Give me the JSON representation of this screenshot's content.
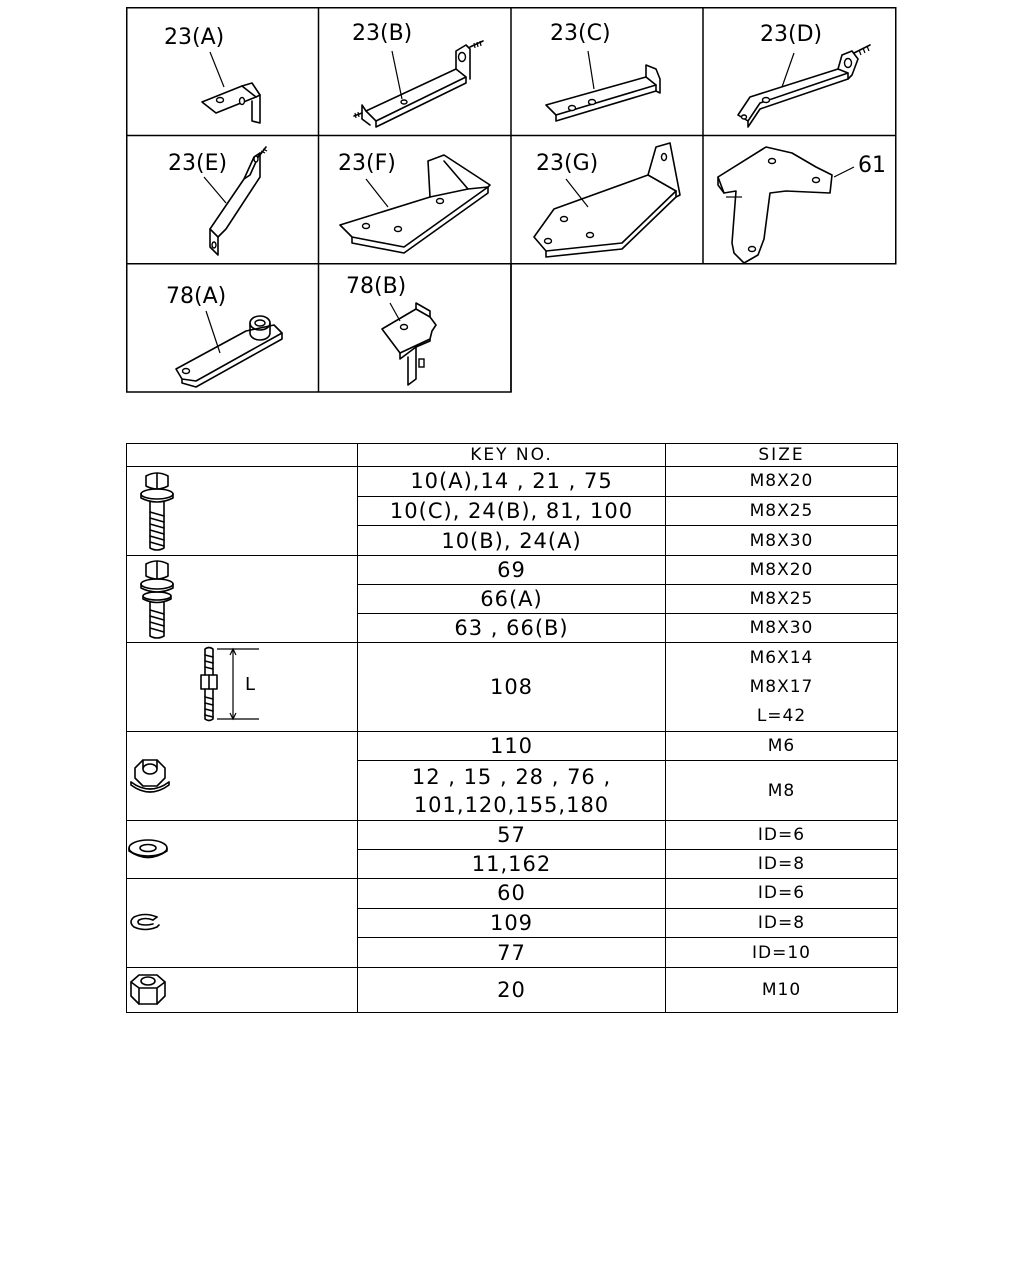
{
  "brackets": [
    {
      "label": "23(A)"
    },
    {
      "label": "23(B)"
    },
    {
      "label": "23(C)"
    },
    {
      "label": "23(D)"
    },
    {
      "label": "23(E)"
    },
    {
      "label": "23(F)"
    },
    {
      "label": "23(G)"
    },
    {
      "label": "61"
    },
    {
      "label": "78(A)"
    },
    {
      "label": "78(B)"
    }
  ],
  "table": {
    "headers": {
      "blank": "",
      "key": "KEY  NO.",
      "size": "SIZE"
    },
    "groups": [
      {
        "icon": "flange-bolt-icon",
        "rows": [
          {
            "key": "10(A),14 , 21 , 75",
            "size": "M8X20"
          },
          {
            "key": "10(C), 24(B), 81, 100",
            "size": "M8X25"
          },
          {
            "key": "10(B), 24(A)",
            "size": "M8X30"
          }
        ]
      },
      {
        "icon": "bolt-with-washer-icon",
        "rows": [
          {
            "key": "69",
            "size": "M8X20"
          },
          {
            "key": "66(A)",
            "size": "M8X25"
          },
          {
            "key": "63 , 66(B)",
            "size": "M8X30"
          }
        ]
      },
      {
        "icon": "stud-bolt-icon",
        "dim_label": "L",
        "rows": [
          {
            "key": "108",
            "sizes": [
              "M6X14",
              "M8X17",
              "L=42"
            ]
          }
        ]
      },
      {
        "icon": "flange-nut-icon",
        "rows": [
          {
            "key": "110",
            "size": "M6"
          },
          {
            "key_lines": [
              "12 , 15 , 28 , 76 ,",
              "101,120,155,180"
            ],
            "size": "M8"
          }
        ]
      },
      {
        "icon": "flat-washer-icon",
        "rows": [
          {
            "key": "57",
            "size": "ID=6"
          },
          {
            "key": "11,162",
            "size": "ID=8"
          }
        ]
      },
      {
        "icon": "spring-washer-icon",
        "rows": [
          {
            "key": "60",
            "size": "ID=6"
          },
          {
            "key": "109",
            "size": "ID=8"
          },
          {
            "key": "77",
            "size": "ID=10"
          }
        ]
      },
      {
        "icon": "hex-nut-icon",
        "rows": [
          {
            "key": "20",
            "size": "M10"
          }
        ]
      }
    ]
  }
}
